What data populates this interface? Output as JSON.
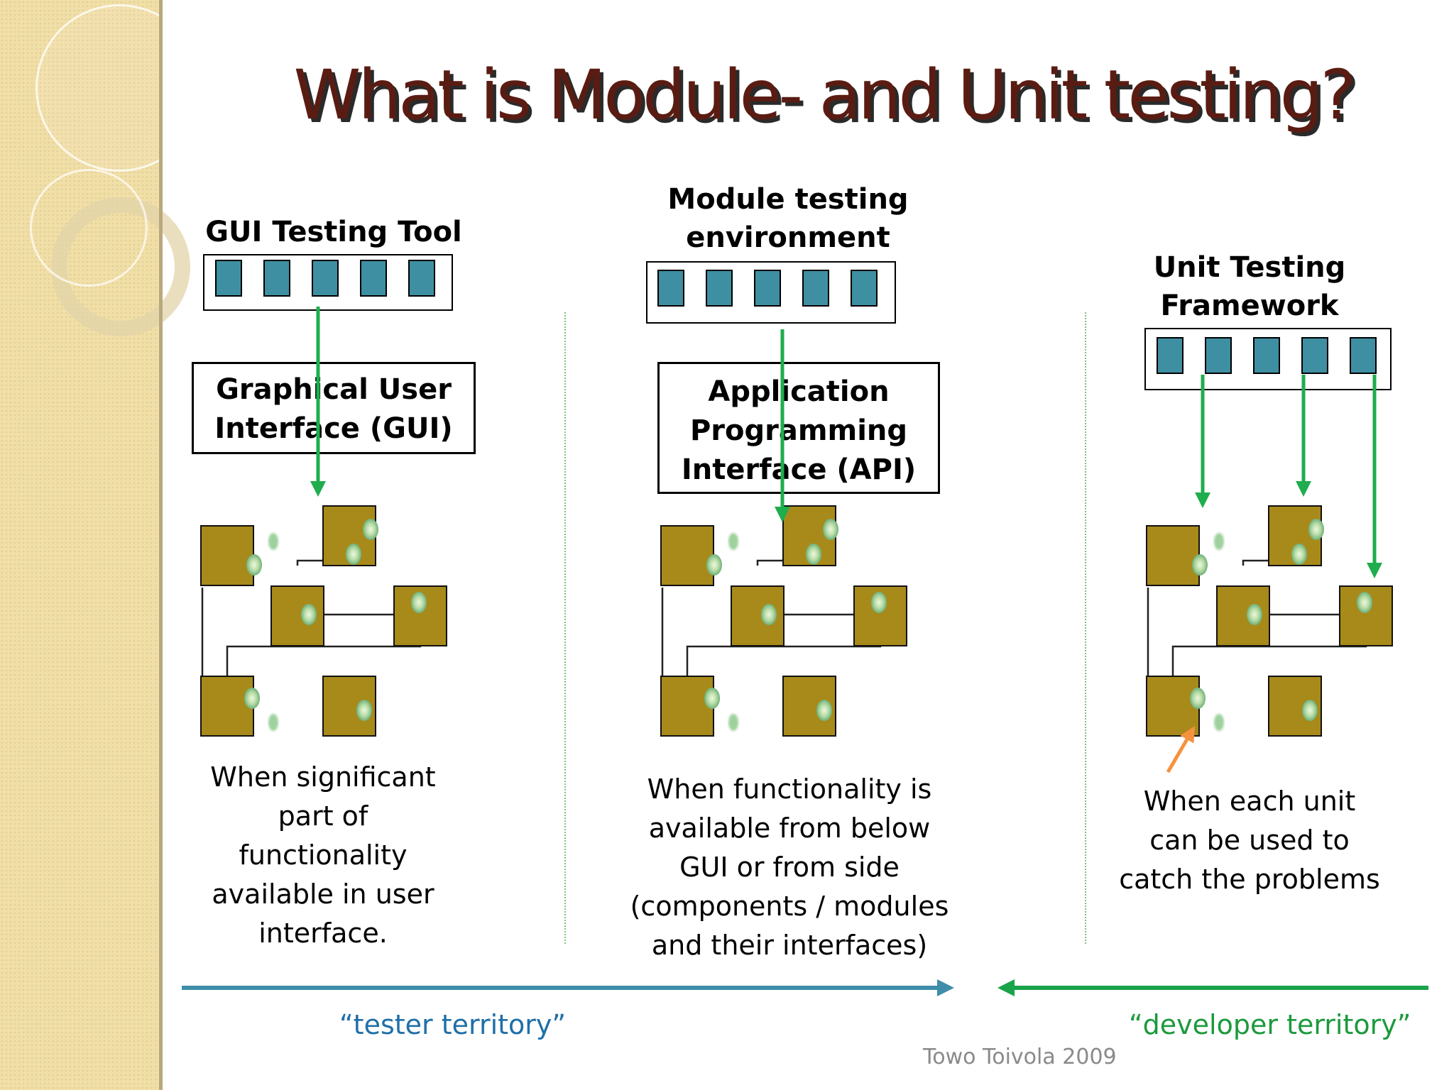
{
  "title": "What is Module- and Unit testing?",
  "columns": [
    {
      "tool_label": [
        "GUI Testing Tool"
      ],
      "interface_label": [
        "Graphical User",
        "Interface (GUI)"
      ],
      "description": [
        "When significant",
        "part of",
        "functionality",
        "available in user",
        "interface."
      ]
    },
    {
      "tool_label": [
        "Module testing",
        "environment"
      ],
      "interface_label": [
        "Application",
        "Programming",
        "Interface (API)"
      ],
      "description": [
        "When functionality is",
        "available from below",
        "GUI or from side",
        "(components / modules",
        "and their interfaces)"
      ]
    },
    {
      "tool_label": [
        "Unit Testing",
        "Framework"
      ],
      "interface_label": [],
      "description": [
        "When each unit",
        "can be used to",
        "catch the problems"
      ]
    }
  ],
  "territories": {
    "tester": "“tester territory”",
    "developer": "“developer territory”"
  },
  "credit": "Towo Toivola 2009",
  "colors": {
    "title": "#5a1c12",
    "tool_cell": "#3f8fa3",
    "module": "#a88a1a",
    "test_arrow": "#1fad4e",
    "tester_arrow": "#3e8eaa",
    "developer_arrow": "#19a34a",
    "highlight_arrow": "#f5923e"
  }
}
